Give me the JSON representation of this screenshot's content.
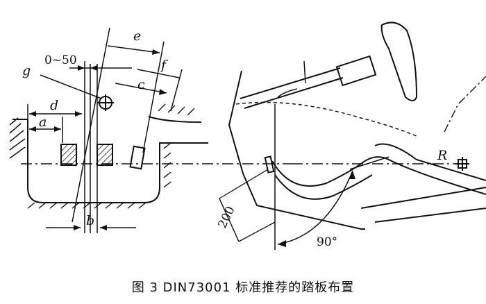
{
  "diagram": {
    "labels": {
      "range": "0~50",
      "g": "g",
      "d": "d",
      "a": "a",
      "e": "e",
      "f": "f",
      "c": "c",
      "b": "b",
      "R": "R",
      "dist": "200",
      "angle": "90°"
    }
  },
  "caption": "图 3 DIN73001 标准推荐的踏板布置"
}
